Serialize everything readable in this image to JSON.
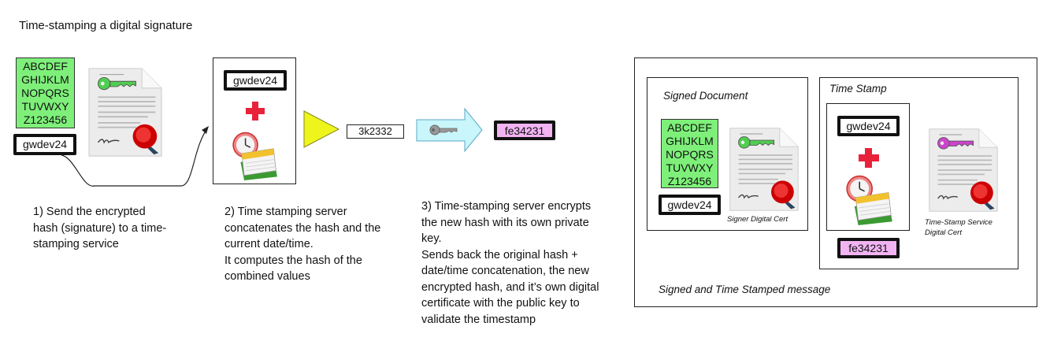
{
  "title": "Time-stamping a digital signature",
  "document_text": [
    "ABCDEF",
    "GHIJKLM",
    "NOPQRS",
    "TUVWXY",
    "Z123456"
  ],
  "signature_hash": "gwdev24",
  "concat_hash": "3k2332",
  "encrypted_hash": "fe34231",
  "steps": {
    "step1": "1) Send the encrypted hash (signature) to a time-stamping service",
    "step2a": "2) Time stamping server concatenates the hash and the current date/time.",
    "step2b": "It computes the hash of the combined values",
    "step3a": "3) Time-stamping server encrypts the new hash with its own private key.",
    "step3b": "Sends back the original hash + date/time concatenation, the new encrypted hash, and it’s own digital certificate with the public key to validate the timestamp"
  },
  "result": {
    "signed_document_label": "Signed Document",
    "signer_cert_label": "Signer Digital Cert",
    "time_stamp_label": "Time Stamp",
    "tss_cert_label": "Time-Stamp Service Digital Cert",
    "message_label": "Signed and Time Stamped message"
  },
  "colors": {
    "green": "#7ef07a",
    "pink": "#f2b3f2",
    "yellow": "#eef51c",
    "arrow": "#c8f6fb",
    "green_key": "#4fcf50",
    "purple_key": "#cc44cc"
  }
}
